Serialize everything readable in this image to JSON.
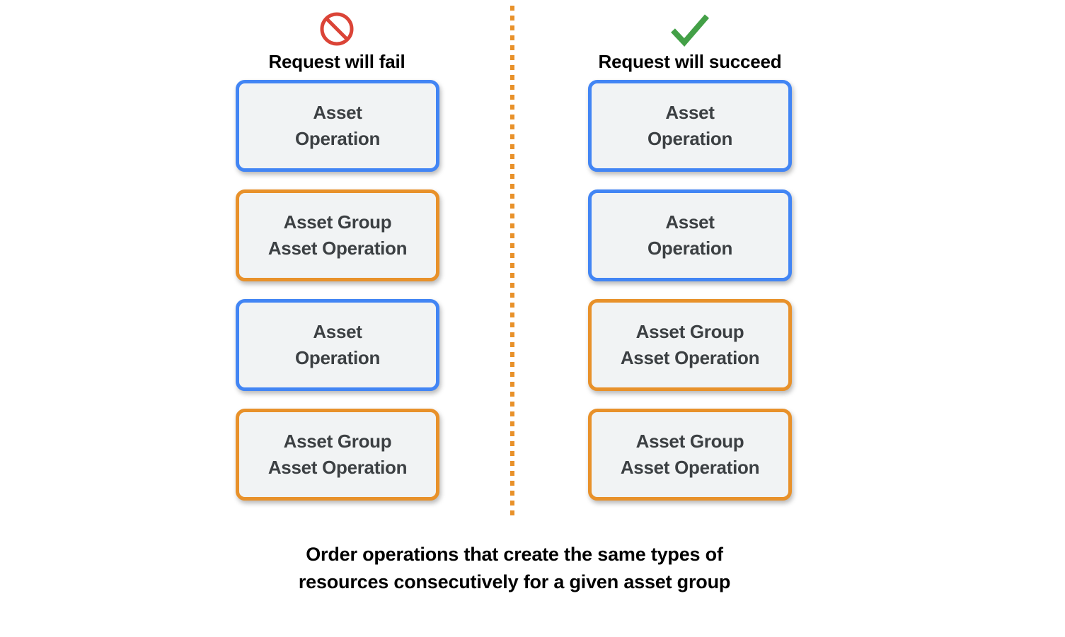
{
  "colors": {
    "card_fill": "#F1F3F4",
    "blue_border": "#4285F4",
    "orange_border": "#E8912A",
    "text_dark": "#3C4043",
    "fail_icon": "#DB4437",
    "success_icon": "#43A047",
    "divider": "#E8912A",
    "background": "#FFFFFF"
  },
  "columns": [
    {
      "id": "fail",
      "icon_name": "prohibited-icon",
      "header_label": "Request will fail",
      "cards": [
        {
          "text": "Asset\nOperation",
          "variant": "blue"
        },
        {
          "text": "Asset Group\nAsset Operation",
          "variant": "orange"
        },
        {
          "text": "Asset\nOperation",
          "variant": "blue"
        },
        {
          "text": "Asset Group\nAsset Operation",
          "variant": "orange"
        }
      ]
    },
    {
      "id": "succeed",
      "icon_name": "checkmark-icon",
      "header_label": "Request will succeed",
      "cards": [
        {
          "text": "Asset\nOperation",
          "variant": "blue"
        },
        {
          "text": "Asset\nOperation",
          "variant": "blue"
        },
        {
          "text": "Asset Group\nAsset Operation",
          "variant": "orange"
        },
        {
          "text": "Asset Group\nAsset Operation",
          "variant": "orange"
        }
      ]
    }
  ],
  "caption": "Order operations that create the same types of\nresources consecutively for a given asset group"
}
